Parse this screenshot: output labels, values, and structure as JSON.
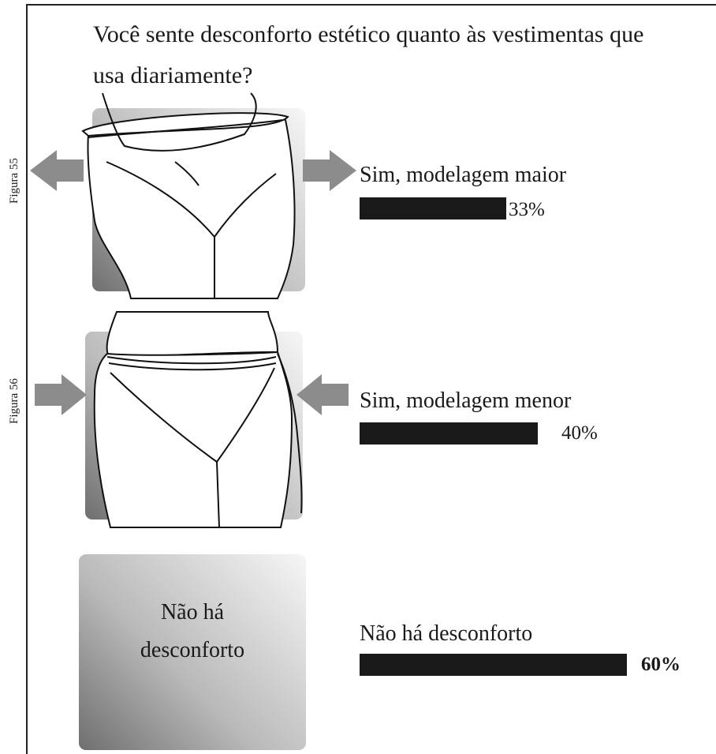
{
  "question": "Você sente desconforto estético quanto às vestimentas que usa diariamente?",
  "figures": [
    {
      "label": "Figura 55"
    },
    {
      "label": "Figura 56"
    }
  ],
  "box3_text": {
    "line1": "Não há",
    "line2": "desconforto"
  },
  "colors": {
    "bar": "#1a1a1a",
    "arrow": "#8c8c8c",
    "box_dark": "#6f6f6f",
    "box_light": "#f4f4f4"
  },
  "icons": [
    "arrow-left-icon",
    "arrow-right-icon",
    "arrow-inward-icon",
    "hip-garment-illustration"
  ],
  "chart_data": {
    "type": "bar",
    "orientation": "horizontal",
    "title": "Você sente desconforto estético quanto às vestimentas que usa diariamente?",
    "categories": [
      "Sim, modelagem maior",
      "Sim, modelagem menor",
      "Não há desconforto"
    ],
    "values": [
      33,
      40,
      60
    ],
    "value_labels": [
      "33%",
      "40%",
      "60%"
    ],
    "unit": "%",
    "xlim": [
      0,
      100
    ]
  }
}
